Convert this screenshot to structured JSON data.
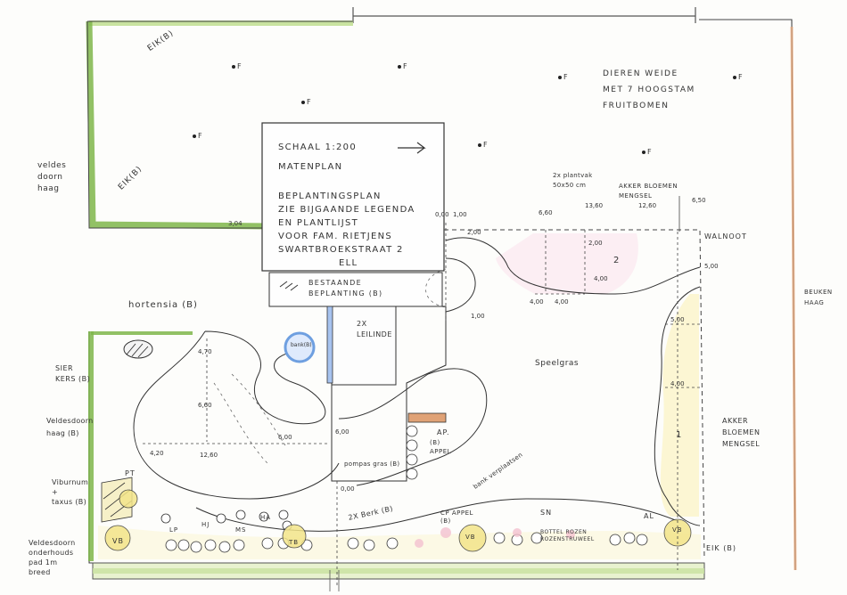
{
  "title_block": {
    "scale": "SCHAAL  1:200",
    "plan_type": "MATENPLAN",
    "lines": [
      "BEPLANTINGSPLAN",
      "ZIE BIJGAANDE LEGENDA",
      "EN PLANTLIJST",
      "VOOR FAM. RIETJENS",
      "SWARTBROEKSTRAAT 2",
      "ELL"
    ]
  },
  "legend": {
    "existing_planting": "BESTAANDE\nBEPLANTING (B)"
  },
  "labels": {
    "dierenweide": "DIEREN WEIDE\nMET 7 HOOGSTAM\nFRUITBOMEN",
    "veldesdoornhaag_top": "veldes\ndoorn\nhaag",
    "hortensia": "hortensia (B)",
    "sierkers": "SIER\nKERS (B)",
    "veldesdoornhaag_left": "Veldesdoorn\nhaag (B)",
    "viburnum": "Viburnum\n+\ntaxus (B)",
    "veldesdoorn_onderhoud": "Veldesdoorn\nonderhouds\npad 1m\nbreed",
    "beukenhaag": "BEUKEN\nHAAG",
    "walnoot": "WALNOOT",
    "akker_top": "AKKER BLOEMEN\nMENGSEL",
    "akker_right": "AKKER\nBLOEMEN\nMENGSEL",
    "plantvak": "2x plantvak\n50x50 cm",
    "speelgras": "Speelgras",
    "leilinde": "2X\nLEILINDE",
    "appel_ap": "AP.",
    "appel_b": "(B)\nAPPEL",
    "bank": "bank verplaatsen",
    "pompas": "pompas gras (B)",
    "berk": "2X Berk (B)",
    "cpappel": "CP APPEL\n(B)",
    "sn": "SN",
    "bottelrozen": "BOTTEL ROZEN\nROZENSTRUWEEL",
    "al": "AL",
    "eik_bottom": "EIK (B)",
    "eik_top": "EIK(B)",
    "eik_left": "EIK(B)",
    "bank_label": "bank(B)",
    "region1": "1",
    "region2": "2",
    "pt": "PT",
    "vb": "VB",
    "lp": "LP",
    "hj": "HJ",
    "ms": "MS",
    "ha": "HA",
    "tb": "TB",
    "vb2": "VB",
    "vb3": "VB"
  },
  "fruit_tree_label": "F",
  "dimensions": [
    "3,04",
    "0,00",
    "1,00",
    "5,00",
    "5,00",
    "4,00",
    "4,00",
    "4,00",
    "6,00",
    "12,60",
    "6,60",
    "4,70",
    "4,20",
    "6,00",
    "0,00",
    "1,00",
    "4,00",
    "2,00",
    "13,60",
    "6,60",
    "12,60",
    "6,50",
    "2,00"
  ],
  "colors": {
    "hedge_green": "#7fb64a",
    "light_green": "#c9e3a0",
    "yellow": "#f3e58a",
    "pink": "#f4c2d0",
    "ink": "#333333",
    "beuken": "#e9a678",
    "blue": "#6e9fe0"
  }
}
